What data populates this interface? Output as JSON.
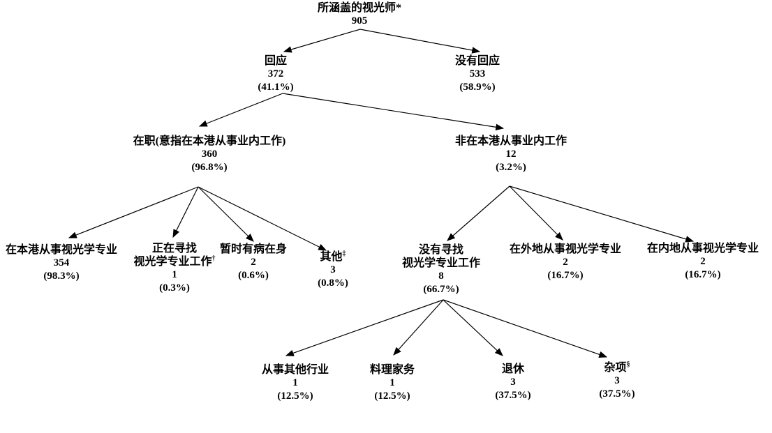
{
  "diagram": {
    "background_color": "#ffffff",
    "text_color": "#000000",
    "line_color": "#000000",
    "type": "flowchart-tree"
  },
  "nodes": {
    "total": {
      "label": "所涵盖的视光师*",
      "count": "905"
    },
    "responded": {
      "label": "回应",
      "count": "372",
      "pct": "(41.1%)"
    },
    "no_response": {
      "label": "没有回应",
      "count": "533",
      "pct": "(58.9%)"
    },
    "working": {
      "label": "在职(意指在本港从事业内工作)",
      "count": "360",
      "pct": "(96.8%)"
    },
    "not_working_hk": {
      "label": "非在本港从事业内工作",
      "count": "12",
      "pct": "(3.2%)"
    },
    "practising_hk": {
      "label": "在本港从事视光学专业",
      "count": "354",
      "pct": "(98.3%)"
    },
    "seeking": {
      "label_line1": "正在寻找",
      "label_line2": "视光学专业工作",
      "sup": "†",
      "count": "1",
      "pct": "(0.3%)"
    },
    "sick": {
      "label": "暂时有病在身",
      "count": "2",
      "pct": "(0.6%)"
    },
    "others": {
      "label": "其他",
      "sup": "‡",
      "count": "3",
      "pct": "(0.8%)"
    },
    "not_seeking": {
      "label_line1": "没有寻找",
      "label_line2": "视光学专业工作",
      "count": "8",
      "pct": "(66.7%)"
    },
    "overseas": {
      "label": "在外地从事视光学专业",
      "count": "2",
      "pct": "(16.7%)"
    },
    "mainland": {
      "label": "在内地从事视光学专业",
      "count": "2",
      "pct": "(16.7%)"
    },
    "other_industry": {
      "label": "从事其他行业",
      "count": "1",
      "pct": "(12.5%)"
    },
    "housework": {
      "label": "料理家务",
      "count": "1",
      "pct": "(12.5%)"
    },
    "retired": {
      "label": "退休",
      "count": "3",
      "pct": "(37.5%)"
    },
    "misc": {
      "label": "杂项",
      "sup": "§",
      "count": "3",
      "pct": "(37.5%)"
    }
  }
}
